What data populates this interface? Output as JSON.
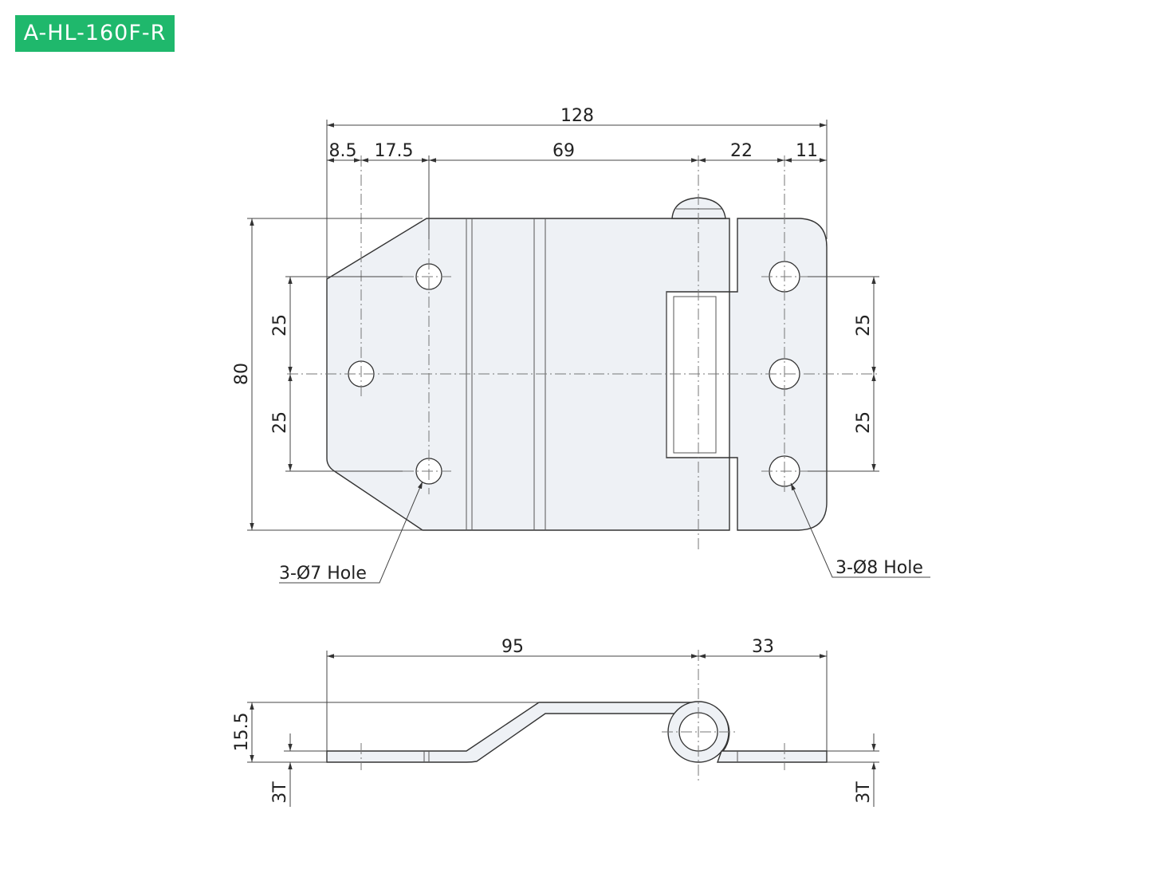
{
  "product_code": "A-HL-160F-R",
  "top_view": {
    "overall_width": "128",
    "segments": [
      "8.5",
      "17.5",
      "69",
      "22",
      "11"
    ],
    "overall_height": "80",
    "left_spacing_top": "25",
    "left_spacing_bottom": "25",
    "right_spacing_top": "25",
    "right_spacing_bottom": "25",
    "left_hole_note": "3-Ø7 Hole",
    "right_hole_note": "3-Ø8 Hole"
  },
  "side_view": {
    "left_length": "95",
    "right_length": "33",
    "height": "15.5",
    "left_thickness": "3T",
    "right_thickness": "3T"
  },
  "colors": {
    "badge": "#1fb86c",
    "part_fill": "#eef1f5",
    "line": "#333333"
  }
}
